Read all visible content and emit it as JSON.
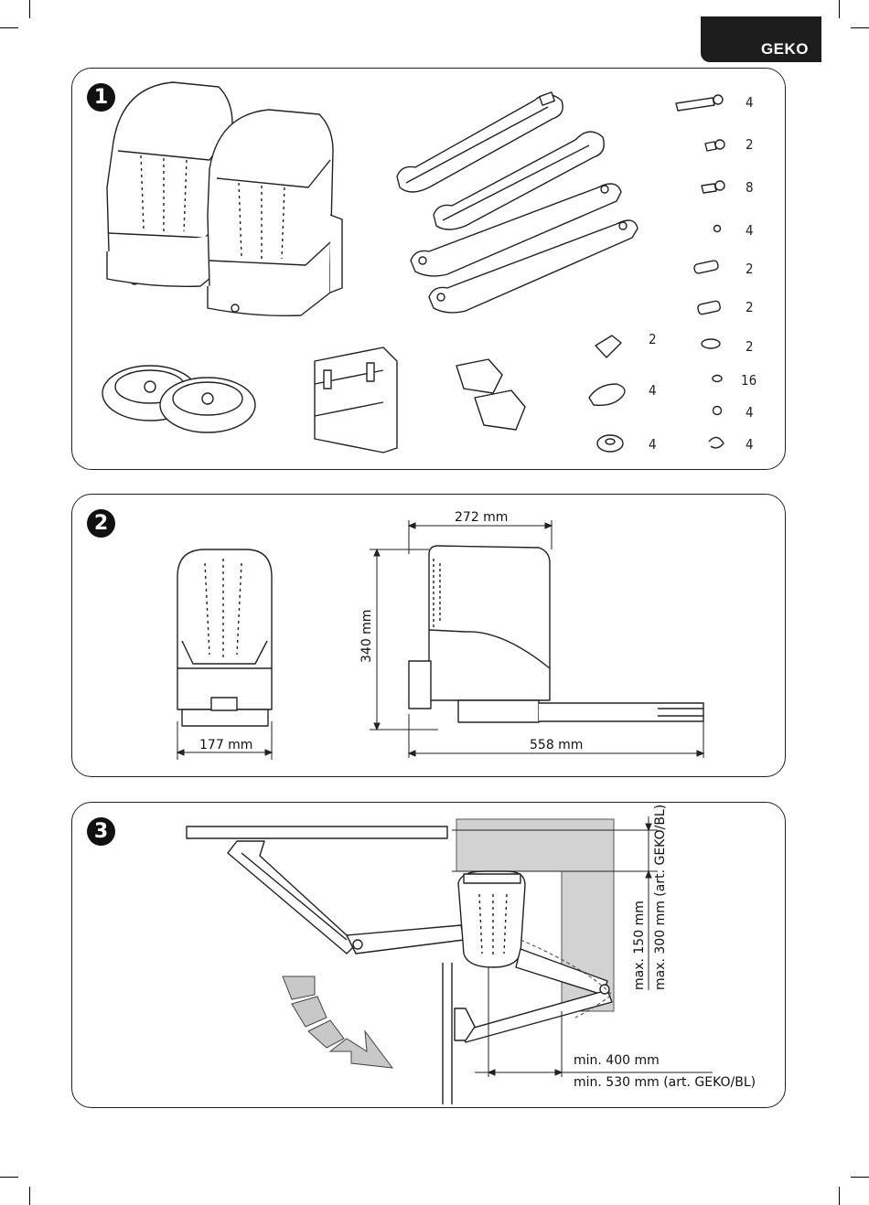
{
  "header": {
    "brand_tab": "GEKO"
  },
  "panel1": {
    "number": "1",
    "quantities": [
      "4",
      "2",
      "8",
      "4",
      "2",
      "2",
      "2",
      "16",
      "4",
      "4",
      "2",
      "4",
      "4"
    ]
  },
  "panel2": {
    "number": "2",
    "dim_width": "177 mm",
    "dim_depth": "272 mm",
    "dim_height": "340 mm",
    "dim_length": "558 mm"
  },
  "panel3": {
    "number": "3",
    "max_150": "max. 150 mm",
    "max_300": "max. 300 mm (art. GEKO/BL)",
    "min_400": "min. 400 mm",
    "min_530": "min. 530 mm (art. GEKO/BL)"
  }
}
